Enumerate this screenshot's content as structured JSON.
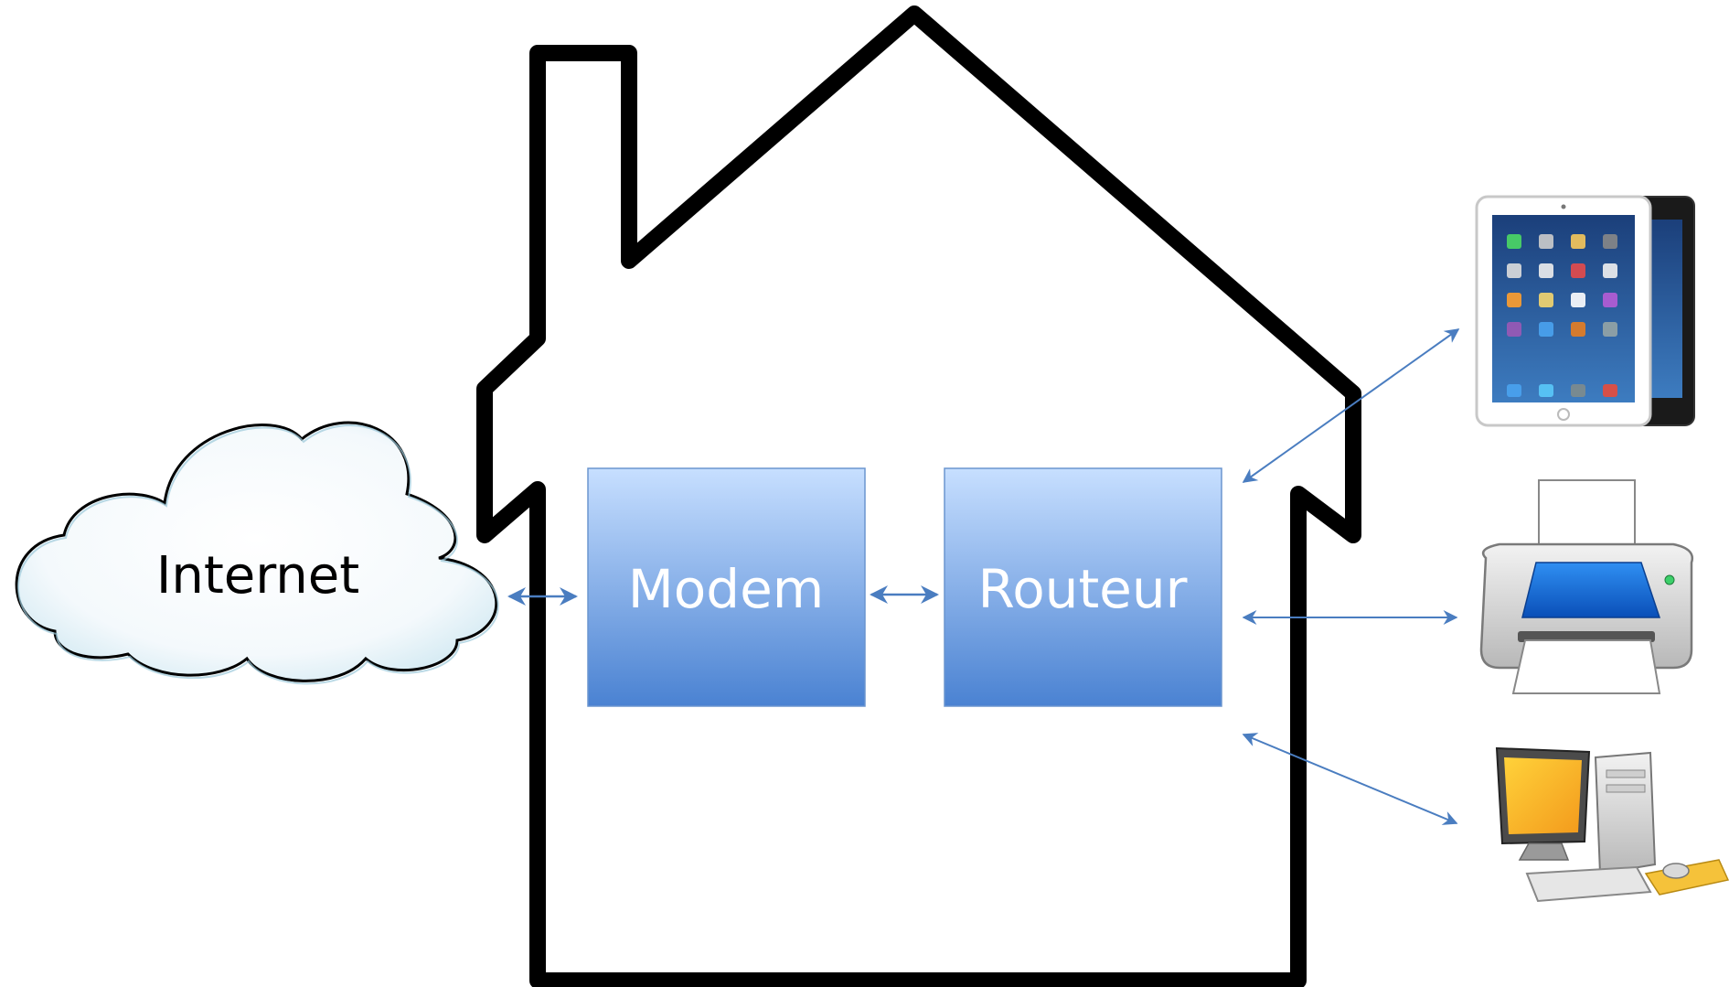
{
  "nodes": {
    "internet": {
      "label": "Internet"
    },
    "modem": {
      "label": "Modem"
    },
    "router": {
      "label": "Routeur"
    }
  },
  "devices": [
    {
      "icon": "tablet-icon"
    },
    {
      "icon": "printer-icon"
    },
    {
      "icon": "desktop-computer-icon"
    }
  ],
  "colors": {
    "box_top": "#c7dfff",
    "box_bottom": "#4a82d2",
    "box_border": "#6b95cf",
    "arrow": "#4a7dc0",
    "house_stroke": "#000000"
  }
}
